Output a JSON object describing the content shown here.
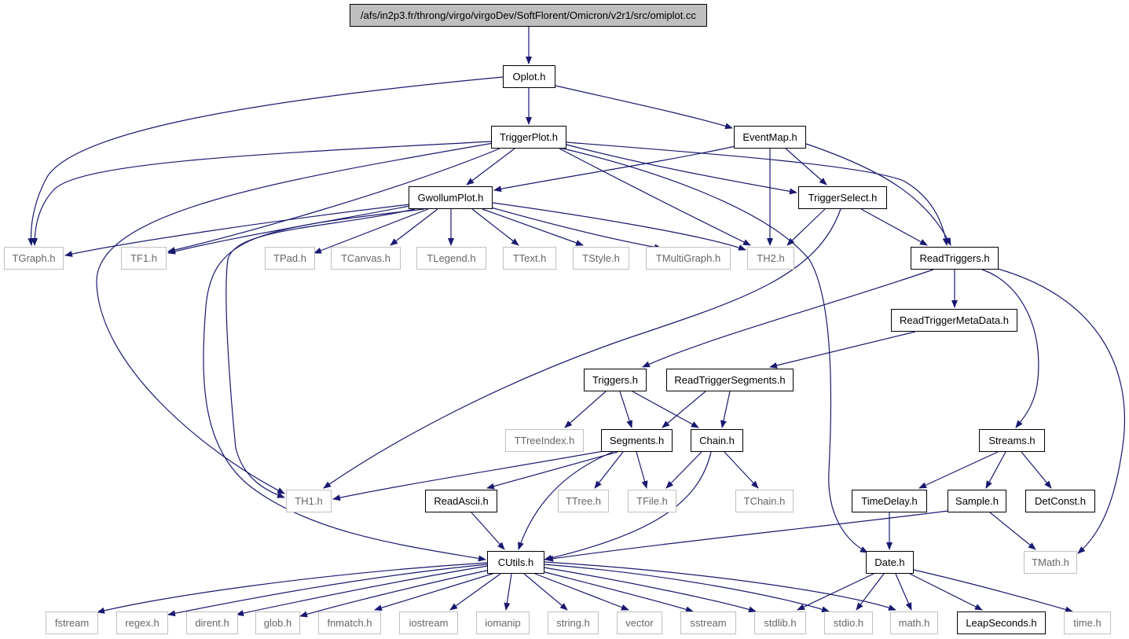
{
  "colors": {
    "edge": "#191970",
    "root_fill": "#bfbfbf",
    "external_border": "#bfbfbf",
    "external_text": "#666666"
  },
  "nodes": {
    "root": "/afs/in2p3.fr/throng/virgo/virgoDev/SoftFlorent/Omicron/v2r1/src/omiplot.cc",
    "oplot": "Oplot.h",
    "triggerplot": "TriggerPlot.h",
    "eventmap": "EventMap.h",
    "gwollumplot": "GwollumPlot.h",
    "triggerselect": "TriggerSelect.h",
    "tgraph": "TGraph.h",
    "tf1": "TF1.h",
    "tpad": "TPad.h",
    "tcanvas": "TCanvas.h",
    "tlegend": "TLegend.h",
    "ttext": "TText.h",
    "tstyle": "TStyle.h",
    "tmultigraph": "TMultiGraph.h",
    "th2": "TH2.h",
    "readtriggers": "ReadTriggers.h",
    "readtriggermetadata": "ReadTriggerMetaData.h",
    "triggers": "Triggers.h",
    "readtriggersegments": "ReadTriggerSegments.h",
    "ttreeindex": "TTreeIndex.h",
    "segments": "Segments.h",
    "chain": "Chain.h",
    "streams": "Streams.h",
    "th1": "TH1.h",
    "readascii": "ReadAscii.h",
    "ttree": "TTree.h",
    "tfile": "TFile.h",
    "tchain": "TChain.h",
    "timedelay": "TimeDelay.h",
    "sample": "Sample.h",
    "detconst": "DetConst.h",
    "cutils": "CUtils.h",
    "date": "Date.h",
    "tmath": "TMath.h",
    "fstream": "fstream",
    "regex": "regex.h",
    "dirent": "dirent.h",
    "glob": "glob.h",
    "fnmatch": "fnmatch.h",
    "iostream": "iostream",
    "iomanip": "iomanip",
    "string": "string.h",
    "vector": "vector",
    "sstream": "sstream",
    "stdlib": "stdlib.h",
    "stdio": "stdio.h",
    "math": "math.h",
    "leapseconds": "LeapSeconds.h",
    "time": "time.h"
  }
}
